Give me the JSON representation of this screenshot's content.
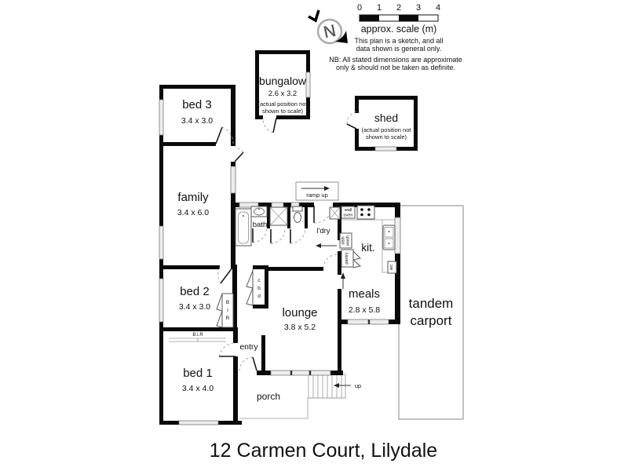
{
  "colors": {
    "wall": "#0a0a0a",
    "window": "#ededed",
    "thin_line": "#555555",
    "background": "#ffffff"
  },
  "title": "12 Carmen Court, Lilydale",
  "legend": {
    "ticks": [
      "0",
      "1",
      "2",
      "3",
      "4"
    ],
    "scale_label": "approx. scale (m)",
    "note_line1": "This plan is a sketch, and all",
    "note_line2": "data shown is general only.",
    "nb_line1": "NB: All stated dimensions are approximate",
    "nb_line2": "only & should not be taken as definite."
  },
  "compass": {
    "letter": "N"
  },
  "rooms": {
    "bed3": {
      "name": "bed 3",
      "dims": "3.4 x 3.0"
    },
    "family": {
      "name": "family",
      "dims": "3.4 x 6.0"
    },
    "bed2": {
      "name": "bed 2",
      "dims": "3.4 x 3.0"
    },
    "bed1": {
      "name": "bed 1",
      "dims": "3.4 x 4.0"
    },
    "lounge": {
      "name": "lounge",
      "dims": "3.8 x 5.2"
    },
    "meals": {
      "name": "meals",
      "dims": "2.8 x 5.8"
    },
    "kitchen": {
      "name": "kit."
    },
    "bath": {
      "name": "bath"
    },
    "laundry": {
      "name": "l'dry"
    },
    "entry": {
      "name": "entry"
    },
    "porch": {
      "name": "porch"
    },
    "carport": {
      "line1": "tandem",
      "line2": "carport"
    }
  },
  "outbuildings": {
    "bungalow": {
      "name": "bungalow",
      "dims": "2.6 x 3.2",
      "note1": "(actual position not",
      "note2": "shown to scale)"
    },
    "shed": {
      "name": "shed",
      "note1": "(actual position not",
      "note2": "shown to scale)"
    }
  },
  "small_labels": {
    "ramp_up": "ramp up",
    "up": "up",
    "bir_strip": "B.I.R",
    "bir": [
      "B",
      "I",
      "R"
    ],
    "cbd": [
      "c",
      "b",
      "d"
    ],
    "wall_oven": [
      "wall",
      "oven"
    ],
    "dishwash": [
      "dish",
      "wash"
    ],
    "pantry": "pantry",
    "ac": "a/c"
  }
}
